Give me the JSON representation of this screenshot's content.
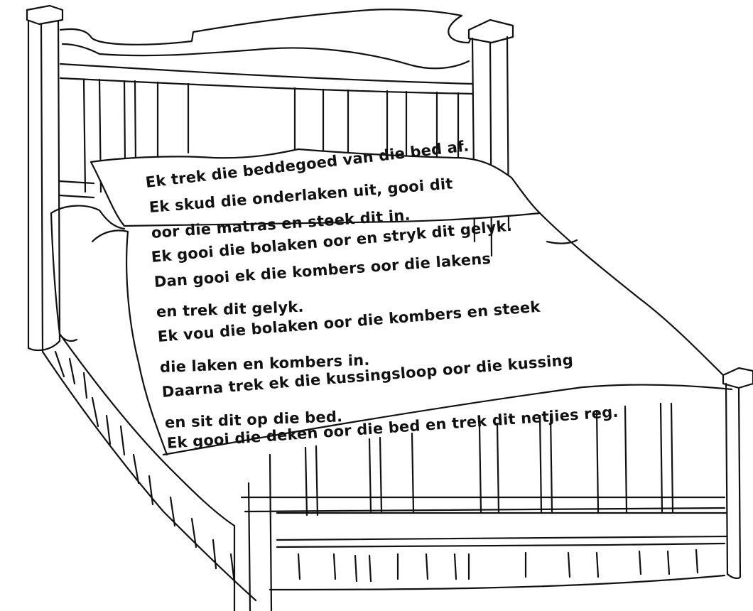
{
  "illustration": {
    "subject": "bed-line-drawing",
    "ink_color": "#111111",
    "background_color": "#ffffff"
  },
  "poem": {
    "lines": [
      "Ek trek die beddegoed van die bed af.",
      "Ek skud die onderlaken uit, gooi dit",
      "oor die matras en steek dit in.",
      "Ek gooi die bolaken oor en stryk dit gelyk.",
      "Dan gooi ek die kombers oor die lakens",
      "en trek dit gelyk.",
      "Ek vou die bolaken oor die kombers en steek",
      "die laken en kombers in.",
      "Daarna trek ek die kussingsloop oor die kussing",
      "en sit dit op die bed.",
      "Ek gooi die deken oor die bed en trek dit netjies reg."
    ]
  }
}
